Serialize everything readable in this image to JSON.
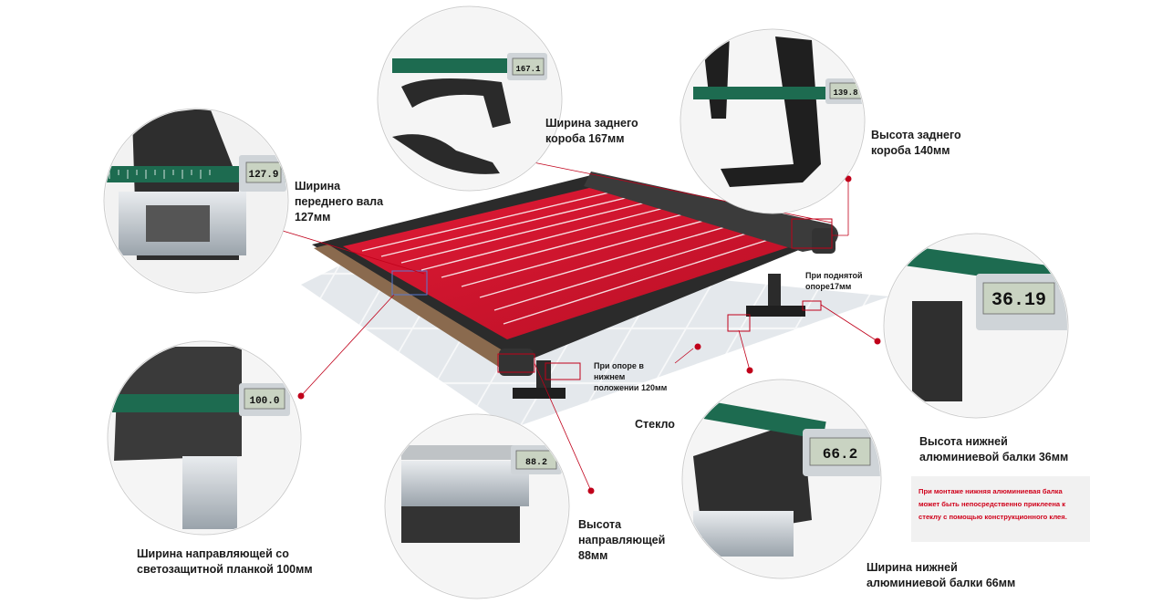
{
  "labels": {
    "rear_box_width": [
      "Ширина заднего",
      "короба 167мм"
    ],
    "rear_box_height": [
      "Высота заднего",
      "короба 140мм"
    ],
    "front_shaft_width": [
      "Ширина",
      "переднего вала",
      "127мм"
    ],
    "raised_support": [
      "При поднятой",
      "опоре17мм"
    ],
    "lowered_support": [
      "При опоре в",
      "нижнем",
      "положении 120мм"
    ],
    "glass": "Стекло",
    "lower_beam_height": [
      "Высота нижней",
      "алюминиевой балки 36мм"
    ],
    "guide_width": [
      "Ширина направляющей со",
      "светозащитной планкой 100мм"
    ],
    "guide_height": [
      "Высота",
      "направляющей",
      "88мм"
    ],
    "lower_beam_width": [
      "Ширина нижней",
      "алюминиевой балки 66мм"
    ]
  },
  "readouts": {
    "rear_box_width": "167.1",
    "rear_box_height": "139.8",
    "front_shaft_width": "127.9",
    "lower_beam_height": "36.19",
    "guide_width": "100.0",
    "guide_height": "88.2",
    "lower_beam_width": "66.2"
  },
  "note": "При монтаже нижняя алюминиевая балка может быть непосредственно приклеена к стеклу с помощью конструкционного клея.",
  "colors": {
    "fabric": "#d7152e",
    "frame": "#2b2b2b",
    "bronze": "#8a6a4e",
    "pointer": "#c0001a",
    "note_text": "#d0021b",
    "lcd": "#c9d3c2",
    "glass": "#dfe4ea"
  }
}
